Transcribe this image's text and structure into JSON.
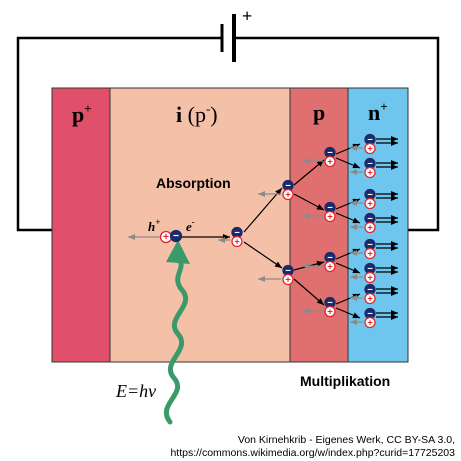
{
  "circuit": {
    "battery_polarity_label": "+"
  },
  "regions": {
    "p_plus": {
      "label": "p",
      "superscript": "+",
      "color": "#e0506a"
    },
    "intrinsic": {
      "label_bold": "i",
      "label_open": "(p",
      "superscript": "-",
      "label_close": ")",
      "color": "#f5c0a8"
    },
    "p": {
      "label": "p",
      "color": "#e07070"
    },
    "n_plus": {
      "label": "n",
      "superscript": "+",
      "color": "#6ec6ee"
    }
  },
  "annotations": {
    "absorption": "Absorption",
    "multiplication": "Multiplikation",
    "photon_energy": "E=hν",
    "hole_label": "h",
    "hole_sup": "+",
    "electron_label": "e",
    "electron_sup": "-"
  },
  "charges": {
    "hole_symbol": "+",
    "electron_symbol": "−"
  },
  "colors": {
    "wire": "#000000",
    "photon_wave": "#3a9a6a",
    "hole": "#e3242b",
    "electron": "#1a2a6c",
    "drift_arrow": "#8a8a8a"
  },
  "credit": {
    "line1": "Von Kirnehkrib - Eigenes Werk, CC BY-SA 3.0,",
    "line2": "https://commons.wikimedia.org/w/index.php?curid=17725203"
  }
}
